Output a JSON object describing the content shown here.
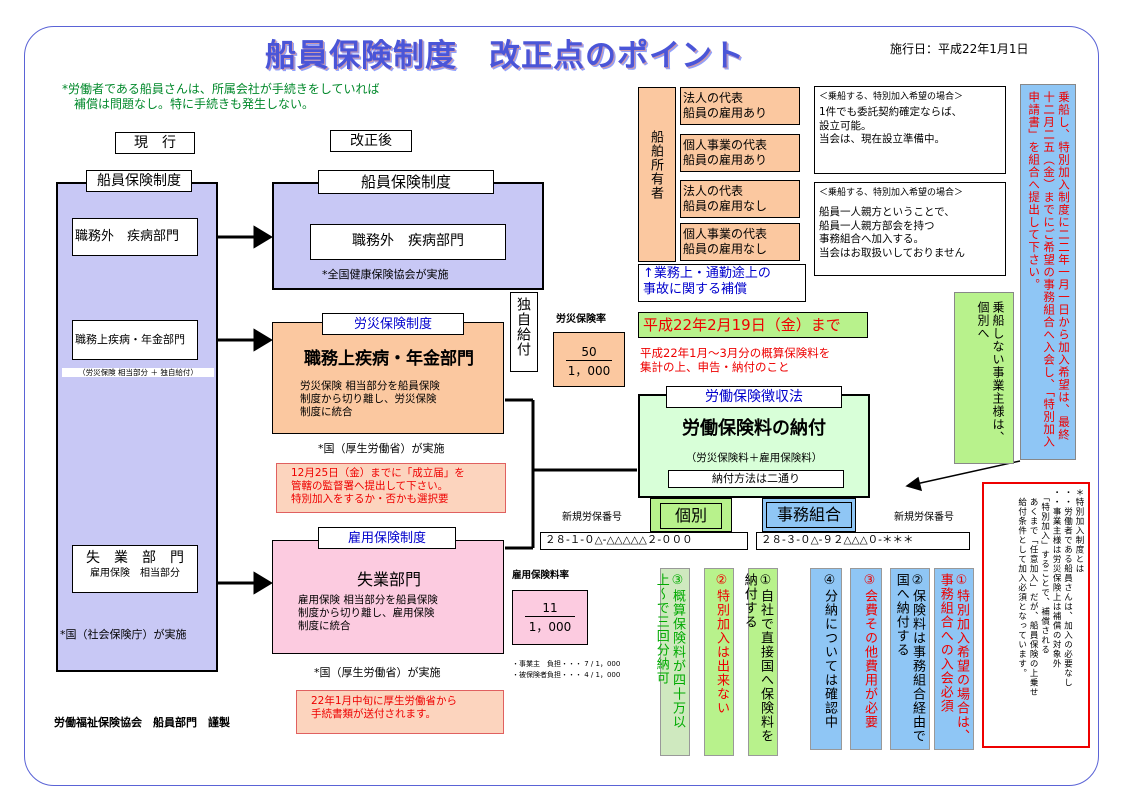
{
  "title": "船員保険制度　改正点のポイント",
  "effective_date": "施行日：平成22年1月1日",
  "intro_note": "*労働者である船員さんは、所属会社が手続きをしていれば\n　補償は問題なし。特に手続きも発生しない。",
  "col_current": "現　行",
  "col_revised": "改正後",
  "current": {
    "title": "船員保険制度",
    "item1": "職務外　疾病部門",
    "item2": "職務上疾病・年金部門",
    "item2_note": "（労災保険 相当部分 ＋ 独自給付）",
    "item3_line1": "失　業　部　門",
    "item3_line2": "雇用保険　相当部分",
    "footer": "*国（社会保険庁）が実施"
  },
  "revised_ship": {
    "title": "船員保険制度",
    "item": "職務外　疾病部門",
    "note": "*全国健康保険協会が実施"
  },
  "rosai": {
    "title": "労災保険制度",
    "head": "職務上疾病・年金部門",
    "body": "労災保険 相当部分を船員保険\n制度から切り離し、労災保険\n制度に統合",
    "note": "*国（厚生労働省）が実施",
    "red_note": "12月25日（金）までに「成立届」を\n管轄の監督署へ提出して下さい。\n特別加入をするか・否かも選択要"
  },
  "dokuji": "独自給付",
  "rosai_rate": {
    "label": "労災保険率",
    "num": "50",
    "den": "1，000"
  },
  "koyo": {
    "title": "雇用保険制度",
    "head": "失業部門",
    "body": "雇用保険 相当部分を船員保険\n制度から切り離し、雇用保険\n制度に統合",
    "note": "*国（厚生労働省）が実施",
    "red_note": "22年1月中旬に厚生労働省から\n手続書類が送付されます。"
  },
  "koyo_rate": {
    "label": "雇用保険料率",
    "num": "11",
    "den": "1，000",
    "split1": "・事業主　負担・・・ 7 / 1，000",
    "split2": "・被保険者負担・・・ 4 / 1，000"
  },
  "footer_credit": "労働福祉保険協会　船員部門　謹製",
  "owner": {
    "label": "船舶所有者",
    "cats": [
      "法人の代表\n船員の雇用あり",
      "個人事業の代表\n船員の雇用あり",
      "法人の代表\n船員の雇用なし",
      "個人事業の代表\n船員の雇用なし"
    ],
    "note1_title": "＜乗船する、特別加入希望の場合＞",
    "note1_body": "1件でも委託契約確定ならば、\n設立可能。\n当会は、現在設立準備中。",
    "note2_title": "＜乗船する、特別加入希望の場合＞",
    "note2_body": "船員一人親方ということで、\n船員一人親方部会を持つ\n事務組合へ加入する。\n当会はお取扱いしておりません",
    "hosho": "↑業務上・通勤途上の\n事故に関する補償"
  },
  "deadline": "平成22年2月19日（金）まで",
  "deadline_note": "平成22年1月～3月分の概算保険料を\n集計の上、申告・納付のこと",
  "choshu": {
    "title": "労働保険徴収法",
    "head": "労働保険料の納付",
    "sub": "（労災保険料＋雇用保険料）",
    "method": "納付方法は二通り"
  },
  "kobetsu": "個別",
  "jimu": "事務組合",
  "no_label_left": "新規労保番号",
  "no_left": "２８-１-０△-△△△△△２-０００",
  "no_label_right": "新規労保番号",
  "no_right": "２８-３-０△-９２△△△０-＊＊＊",
  "not_aboard": "乗船しない事業主様は、個別へ",
  "blue_side": "乗船し、特別加入制度に二二年一月一日から加入希望は、最終十二月二五（金）までにご希望の事務組合へ入会し、「特別加入申請書」を組合へ提出して下さい。",
  "bottom_left": [
    {
      "text": "③概算保険料が四十万以上〜で三回分納可",
      "color": "#00aa00",
      "bg": "#cfe9bf"
    },
    {
      "text": "②特別加入は出来ない",
      "color": "#ee0000",
      "bg": "#b8f28c"
    },
    {
      "text": "①自社で直接国へ保険料を納付する",
      "color": "#000",
      "bg": "#b8f28c"
    }
  ],
  "bottom_right": [
    {
      "text": "④分納については確認中",
      "color": "#000",
      "bg": "#8fc6f5"
    },
    {
      "text": "③会費その他費用が必要",
      "color": "#ee0000",
      "bg": "#8fc6f5"
    },
    {
      "text": "②保険料は事務組合経由で国へ納付する",
      "color": "#000",
      "bg": "#8fc6f5"
    },
    {
      "text": "①特別加入希望の場合は、事務組合への入会必須",
      "color": "#ee0000",
      "bg": "#8fc6f5"
    }
  ],
  "explain": "＊特別加入制度とは\n・・労働者である船員さんは、加入の必要なし\n・・事業主様は労災保険上は補償の対象外\n　「特別加入」することで、補償される\n　あくまで「任意加入」だが、船員保険の上乗せ\n　給付条件として加入必須となっています。"
}
